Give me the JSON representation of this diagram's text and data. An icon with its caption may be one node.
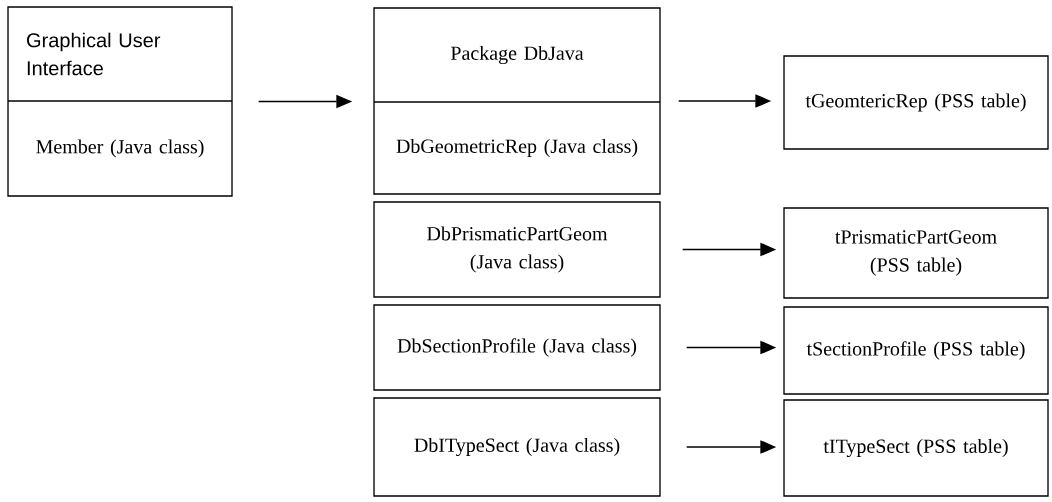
{
  "diagram": {
    "nodes": [
      {
        "text": [
          "Graphical User Interface",
          "Member (Java class)"
        ]
      },
      {
        "text": [
          "Package DbJava",
          "DbGeometricRep (Java class)"
        ]
      },
      {
        "text": [
          "tGeomtericRep (PSS table)"
        ]
      },
      {
        "text": [
          "DbPrismaticPartGeom (Java class)"
        ]
      },
      {
        "text": [
          "tPrismaticPartGeom (PSS table)"
        ]
      },
      {
        "text": [
          "DbSectionProfile (Java class)"
        ]
      },
      {
        "text": [
          "tSectionProfile (PSS table)"
        ]
      },
      {
        "text": [
          "DbITypeSect (Java class)"
        ]
      },
      {
        "text": [
          "tITypeSect (PSS table)"
        ]
      }
    ],
    "edges": [
      {
        "from": 0,
        "to": 1,
        "arrow": "to"
      },
      {
        "from": 1,
        "to": 2,
        "arrow": "to"
      },
      {
        "from": 3,
        "to": 4,
        "arrow": "to"
      },
      {
        "from": 5,
        "to": 6,
        "arrow": "to"
      },
      {
        "from": 7,
        "to": 8,
        "arrow": "to"
      }
    ]
  }
}
